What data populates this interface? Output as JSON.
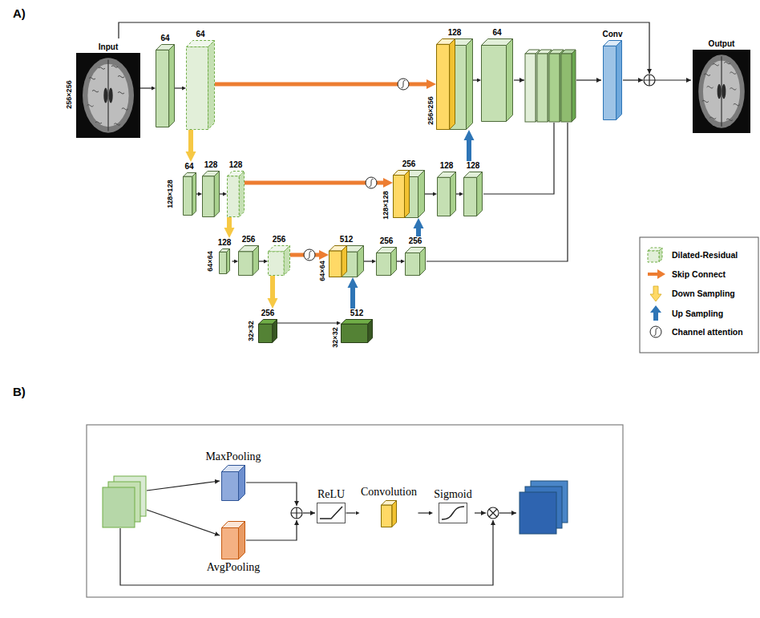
{
  "diagram": {
    "nodes": [
      {
        "text": [
          "Input"
        ]
      },
      {
        "text": [
          "64"
        ]
      },
      {
        "text": [
          "64"
        ]
      },
      {
        "text": [
          "128"
        ]
      },
      {
        "text": [
          "64"
        ]
      },
      {
        "text": [
          "Conv"
        ]
      },
      {
        "text": [
          "Output"
        ]
      },
      {
        "text": [
          "64"
        ]
      },
      {
        "text": [
          "128"
        ]
      },
      {
        "text": [
          "128"
        ]
      },
      {
        "text": [
          "256"
        ]
      },
      {
        "text": [
          "128"
        ]
      },
      {
        "text": [
          "128"
        ]
      },
      {
        "text": [
          "128"
        ]
      },
      {
        "text": [
          "256"
        ]
      },
      {
        "text": [
          "256"
        ]
      },
      {
        "text": [
          "512"
        ]
      },
      {
        "text": [
          "256"
        ]
      },
      {
        "text": [
          "256"
        ]
      },
      {
        "text": [
          "256"
        ]
      },
      {
        "text": [
          "512"
        ]
      },
      {
        "text": [
          "MaxPooling"
        ]
      },
      {
        "text": [
          "AvgPooling"
        ]
      },
      {
        "text": [
          "ReLU"
        ]
      },
      {
        "text": [
          "Convolution"
        ]
      },
      {
        "text": [
          "Sigmoid"
        ]
      }
    ],
    "edges": [
      {
        "from": 0,
        "to": 1,
        "arrow": "to"
      },
      {
        "from": 1,
        "to": 2,
        "arrow": "to"
      },
      {
        "from": 3,
        "to": 4,
        "arrow": "to"
      },
      {
        "from": 7,
        "to": 8,
        "arrow": "to"
      },
      {
        "from": 8,
        "to": 9,
        "arrow": "to"
      },
      {
        "from": 10,
        "to": 11,
        "arrow": "to"
      },
      {
        "from": 11,
        "to": 12,
        "arrow": "to"
      },
      {
        "from": 13,
        "to": 14,
        "arrow": "to"
      },
      {
        "from": 14,
        "to": 15,
        "arrow": "to"
      },
      {
        "from": 16,
        "to": 17,
        "arrow": "to"
      },
      {
        "from": 17,
        "to": 18,
        "arrow": "to"
      },
      {
        "from": 19,
        "to": 20,
        "arrow": "to"
      },
      {
        "from": 2,
        "to": 7,
        "arrow": "to"
      },
      {
        "from": 9,
        "to": 13,
        "arrow": "to"
      },
      {
        "from": 15,
        "to": 19,
        "arrow": "to"
      },
      {
        "from": 20,
        "to": 16,
        "arrow": "to"
      },
      {
        "from": 18,
        "to": 10,
        "arrow": "to"
      },
      {
        "from": 12,
        "to": 3,
        "arrow": "to"
      },
      {
        "from": 2,
        "to": 3,
        "arrow": "to"
      },
      {
        "from": 9,
        "to": 10,
        "arrow": "to"
      },
      {
        "from": 15,
        "to": 16,
        "arrow": "to"
      },
      {
        "from": 23,
        "to": 24,
        "arrow": "to"
      },
      {
        "from": 24,
        "to": 25,
        "arrow": "to"
      }
    ],
    "labels": [
      "A)",
      "256×256",
      "256×256",
      "128×128",
      "128×128",
      "64×64",
      "64×64",
      "32×32",
      "32×32",
      "B)"
    ],
    "legend": [
      {
        "text": "Dilated-Residual"
      },
      {
        "text": "Skip Connect"
      },
      {
        "text": "Down Sampling"
      },
      {
        "text": "Up Sampling"
      },
      {
        "text": "Channel attention"
      }
    ]
  }
}
